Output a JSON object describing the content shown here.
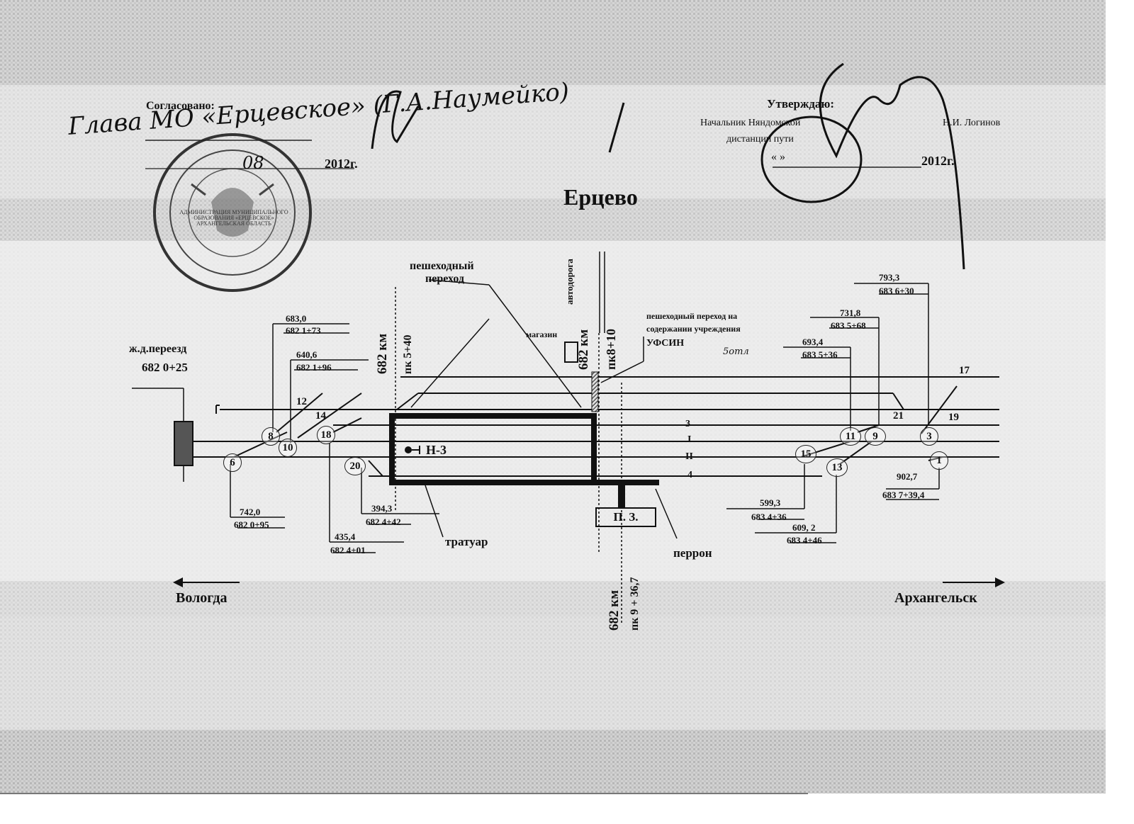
{
  "title": "Ерцево",
  "agreed": {
    "heading": "Согласовано:",
    "handwritten": "Глава МО «Ерцевское» (Г.А.Наумейко)",
    "date_day": "08",
    "date_year": "2012г."
  },
  "approved": {
    "heading": "Утверждаю:",
    "position_line1": "Начальник Няндомской",
    "position_line2": "дистанции пути",
    "name": "Н.И. Логинов",
    "date_quote": "«  »",
    "date_year": "2012г."
  },
  "stamp": {
    "text": "АДМИНИСТРАЦИЯ МУНИЦИПАЛЬНОГО ОБРАЗОВАНИЯ «ЕРЦЕВСКОЕ» АРХАНГЕЛЬСКАЯ ОБЛАСТЬ"
  },
  "labels": {
    "crossing_title": "ж.д.переезд",
    "crossing_km": "682 0+25",
    "pedestrian_crossing_1": "пешеходный",
    "pedestrian_crossing_2": "переход",
    "highway": "автодорога",
    "shop": "магазин",
    "ufsin_1": "пешеходный переход на",
    "ufsin_2": "содержании учреждения",
    "ufsin_3": "УФСИН",
    "ufsin_hw": "5отл",
    "h3": "Н-3",
    "pz": "П. З.",
    "sidewalk": "тратуар",
    "platform": "перрон",
    "left_dir": "Вологда",
    "right_dir": "Архангельск"
  },
  "km_markers": {
    "a_km": "682 км",
    "a_pk": "пк 5+40",
    "b_km": "682 км",
    "b_pk": "пк8+10",
    "c_km": "682 км",
    "c_pk": "пк 9 + 36,7"
  },
  "tracks": {
    "t3": "3",
    "t1": "I",
    "t2": "II",
    "t4": "4",
    "n17": "17",
    "n19": "19",
    "n21": "21",
    "n12": "12",
    "n14": "14"
  },
  "switches": {
    "s6": "6",
    "s8": "8",
    "s10": "10",
    "s18": "18",
    "s20": "20",
    "s15": "15",
    "s11": "11",
    "s9": "9",
    "s13": "13",
    "s3": "3",
    "s1": "1"
  },
  "callouts": {
    "c8_val": "683,0",
    "c8_km": "682 1+73",
    "c10_val": "640,6",
    "c10_km": "682 1+96",
    "c6_val": "742,0",
    "c6_km": "682 0+95",
    "c20_val": "394,3",
    "c20_km": "682 4+42",
    "c18_val": "435,4",
    "c18_km": "682 4+01",
    "c15_val": "599,3",
    "c15_km": "683 4+36",
    "c13_val": "609, 2",
    "c13_km": "683 4+46",
    "c11_val": "693,4",
    "c11_km": "683 5+36",
    "c9_val": "731,8",
    "c9_km": "683 5+68",
    "c3_val": "793,3",
    "c3_km": "683 6+30",
    "c1_val": "902,7",
    "c1_km": "683 7+39,4"
  }
}
